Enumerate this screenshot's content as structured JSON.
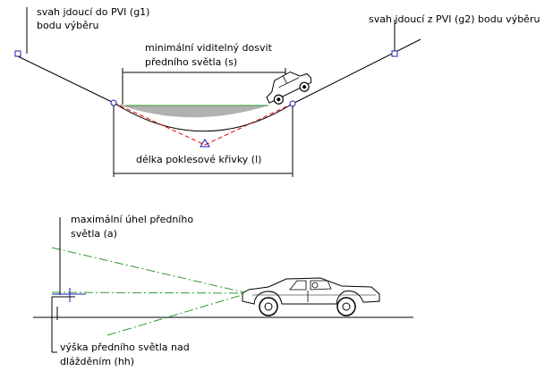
{
  "top_diagram": {
    "slope_in_label": [
      "svah jdoucí do PVI (g1)",
      "bodu výběru"
    ],
    "slope_out_label": "svah jdoucí z PVI (g2) bodu výběru",
    "sight_distance_label": [
      "minimální viditelný dosvit",
      "předního světla (s)"
    ],
    "curve_length_label": "délka poklesové křivky (l)"
  },
  "bottom_diagram": {
    "angle_label": [
      "maximální úhel předního",
      "světla (a)"
    ],
    "height_label": [
      "výška předního světla nad",
      "dlážděním (hh)"
    ]
  },
  "colors": {
    "line": "#000000",
    "accent_blue": "#1f1fb4",
    "pvi_red": "#e60000",
    "light_beam_green": "#2e9b2e",
    "curve_fill": "#a9a9a9"
  }
}
